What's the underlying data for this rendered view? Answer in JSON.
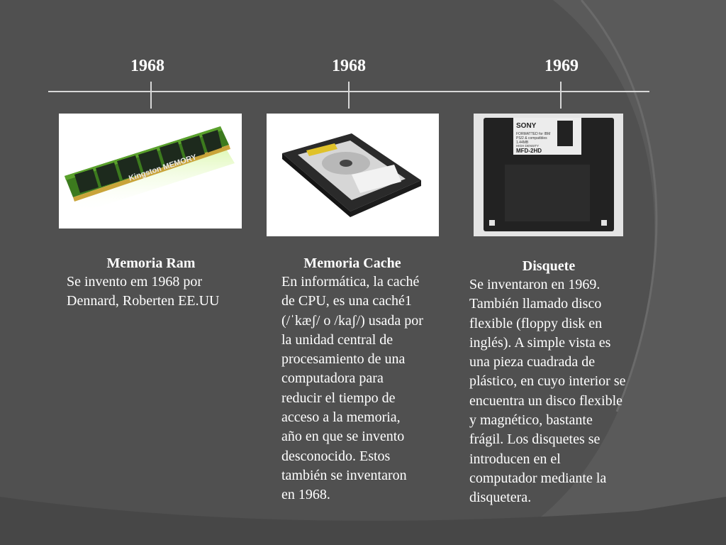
{
  "timeline": {
    "items": [
      {
        "year": "1968",
        "title": "Memoria Ram",
        "description": "Se invento em 1968 por Dennard, Roberten EE.UU",
        "image_label": "Kingston MEMORY"
      },
      {
        "year": "1968",
        "title": "Memoria Cache",
        "description": "En informática, la caché de CPU, es una caché1 (/ˈkæʃ/ o /kaʃ/) usada por la unidad central de procesamiento de una computadora para reducir el tiempo de acceso a la memoria, año en que se invento desconocido. Estos también se inventaron en 1968."
      },
      {
        "year": "1969",
        "title": "Disquete",
        "description": "Se inventaron en 1969. También llamado disco flexible (floppy disk en inglés). A simple vista es una pieza cuadrada de plástico, en cuyo interior se encuentra un disco flexible y magnético, bastante frágil. Los disquetes se introducen en el computador mediante la disquetera.",
        "image_label_brand": "SONY",
        "image_label_lines": [
          "FORMATTED for IBM",
          "PS/2 & compatibles",
          "1.44MB",
          "HIGH DENSITY"
        ],
        "image_label_model": "MFD-2HD"
      }
    ]
  }
}
